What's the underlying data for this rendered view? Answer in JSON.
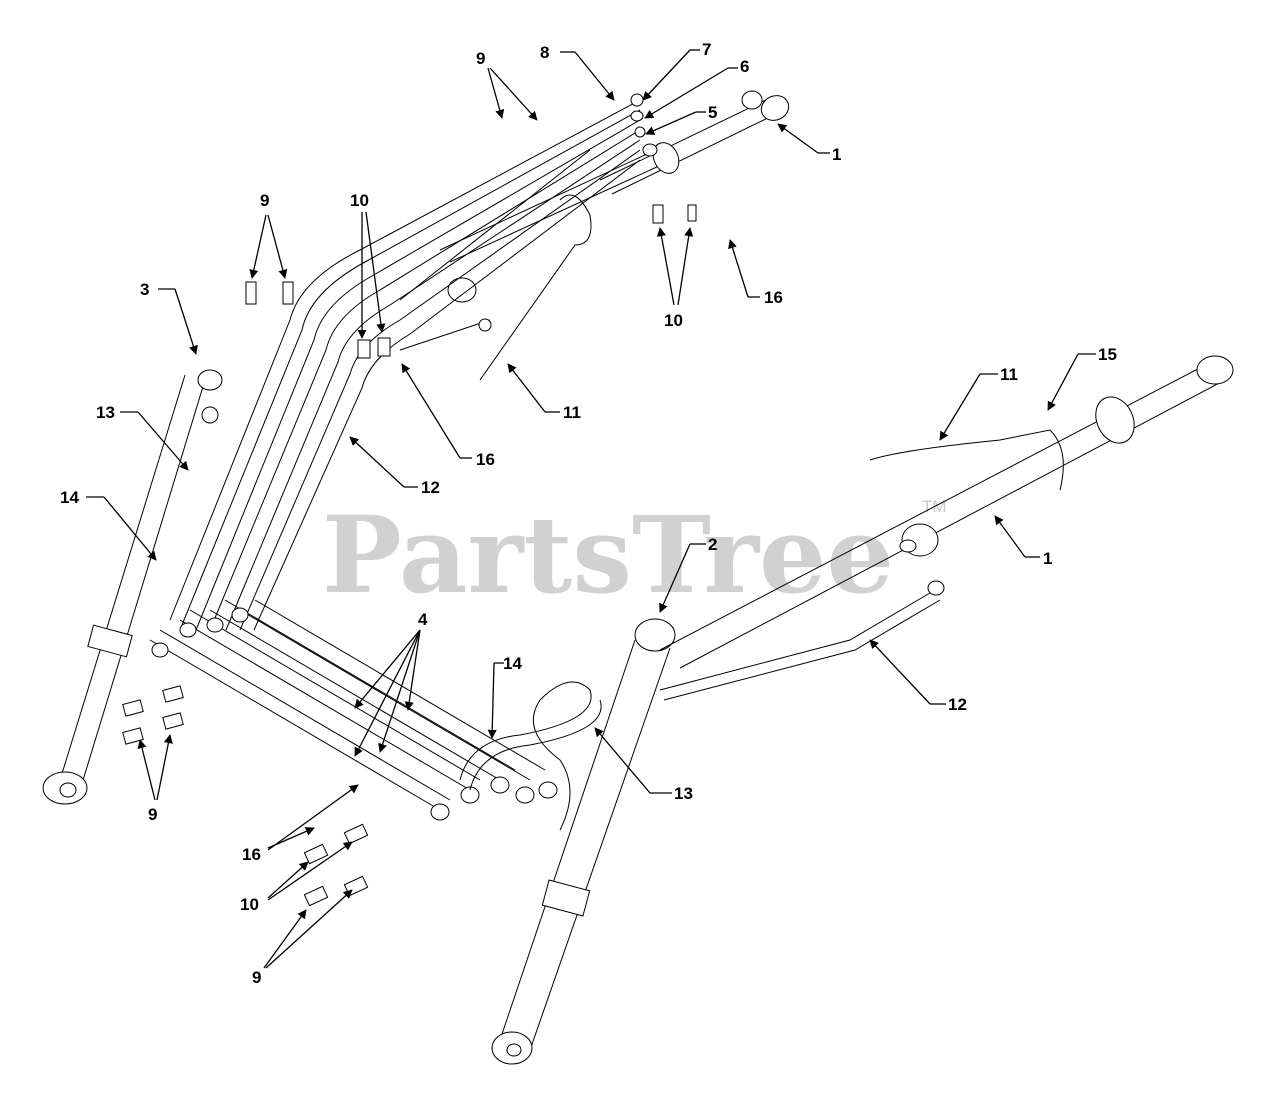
{
  "watermark": {
    "text": "PartsTree",
    "trademark": "TM",
    "color": "#c9c9c9"
  },
  "callouts": {
    "c1a": "1",
    "c1b": "1",
    "c2": "2",
    "c3": "3",
    "c4": "4",
    "c5": "5",
    "c6": "6",
    "c7": "7",
    "c8": "8",
    "c9a": "9",
    "c9b": "9",
    "c9c": "9",
    "c9d": "9",
    "c10a": "10",
    "c10b": "10",
    "c10c": "10",
    "c11a": "11",
    "c11b": "11",
    "c12a": "12",
    "c12b": "12",
    "c13a": "13",
    "c13b": "13",
    "c14a": "14",
    "c14b": "14",
    "c15": "15",
    "c16a": "16",
    "c16b": "16",
    "c16c": "16"
  },
  "colors": {
    "line": "#000000",
    "background": "#ffffff"
  }
}
